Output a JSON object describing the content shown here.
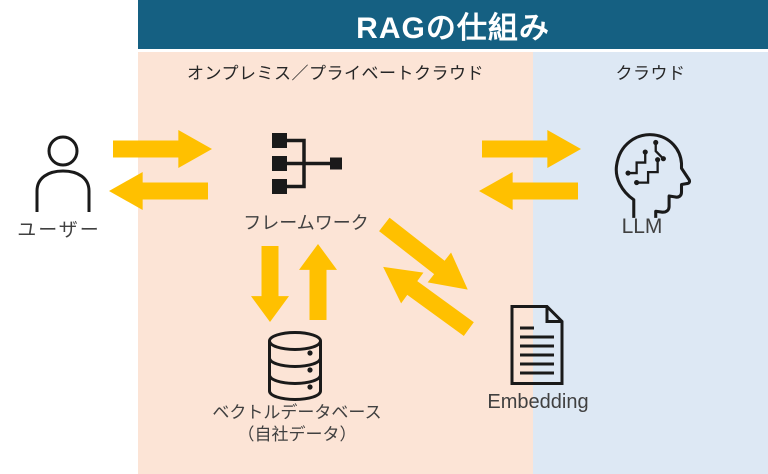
{
  "title": "RAGの仕組み",
  "zones": {
    "onprem": {
      "label": "オンプレミス／プライベートクラウド"
    },
    "cloud": {
      "label": "クラウド"
    }
  },
  "nodes": {
    "user": {
      "label": "ユーザー",
      "icon": "person-icon"
    },
    "framework": {
      "label": "フレームワーク",
      "icon": "hierarchy-icon"
    },
    "llm": {
      "label": "LLM",
      "icon": "ai-brain-head-icon"
    },
    "vector_db": {
      "label": "ベクトルデータベース",
      "sublabel": "（自社データ）",
      "icon": "database-icon"
    },
    "embedding": {
      "label": "Embedding",
      "icon": "document-icon"
    }
  },
  "arrows": [
    {
      "from": "user",
      "to": "framework",
      "direction": "right"
    },
    {
      "from": "framework",
      "to": "user",
      "direction": "left"
    },
    {
      "from": "framework",
      "to": "llm",
      "direction": "right"
    },
    {
      "from": "llm",
      "to": "framework",
      "direction": "left"
    },
    {
      "from": "framework",
      "to": "vector_db",
      "direction": "down"
    },
    {
      "from": "vector_db",
      "to": "framework",
      "direction": "up"
    },
    {
      "from": "framework",
      "to": "embedding",
      "direction": "down-right"
    },
    {
      "from": "embedding",
      "to": "framework",
      "direction": "up-left"
    }
  ],
  "colors": {
    "title_bar": "#156082",
    "title_text": "#ffffff",
    "zone_onprem": "#fce4d6",
    "zone_cloud": "#dde8f4",
    "arrow": "#ffc000",
    "icon": "#1a1a1a",
    "label_text": "#404040",
    "zone_label_text": "#262626"
  }
}
